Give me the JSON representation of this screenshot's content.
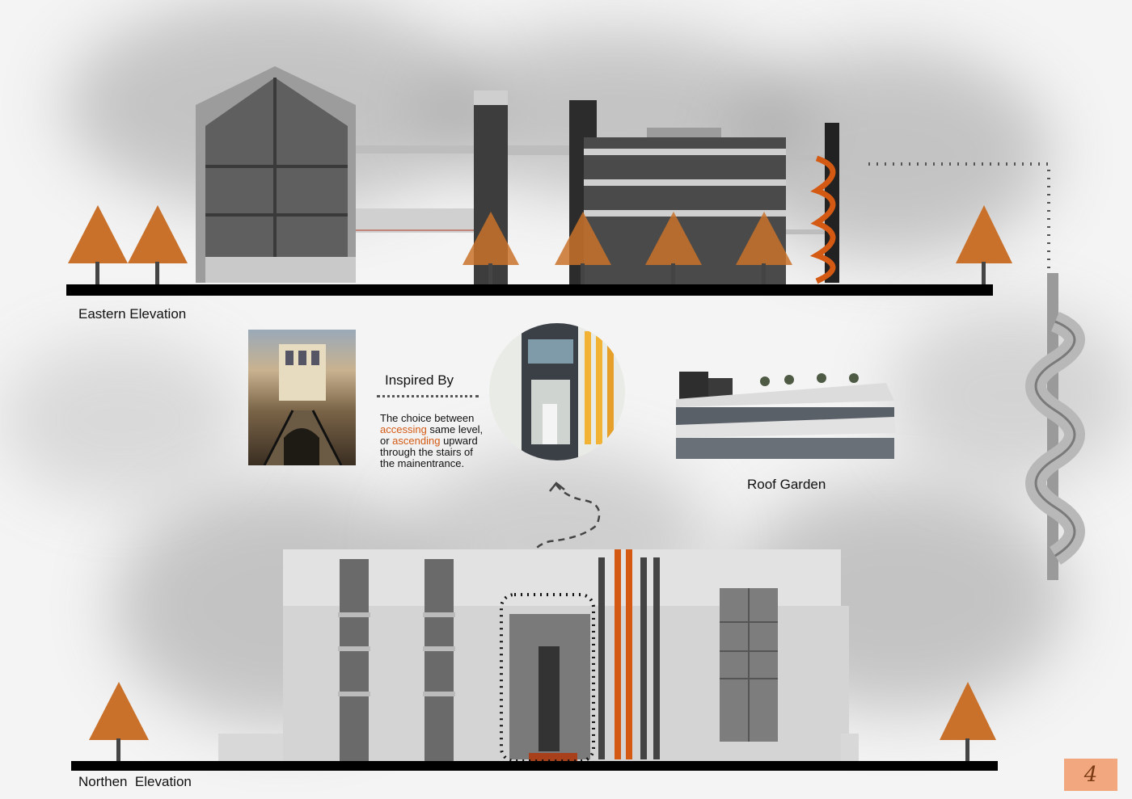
{
  "labels": {
    "eastern": "Eastern Elevation",
    "northern": "Northen  Elevation",
    "inspired": "Inspired By",
    "roof_garden": "Roof Garden"
  },
  "description": {
    "line1": "The choice between",
    "line2_hl": "accessing",
    "line2_rest": " same level,",
    "line3_pre": "or ",
    "line3_hl": "ascending",
    "line3_rest": " upward",
    "line4": "through the stairs of",
    "line5": "the mainentrance."
  },
  "page_number": "4",
  "colors": {
    "accent_orange": "#d45a14",
    "tree_orange": "#c9712a",
    "badge": "#f2a77e"
  },
  "icons": [
    "tree-icon",
    "dashed-arrow-icon",
    "spiral-stair-icon"
  ]
}
